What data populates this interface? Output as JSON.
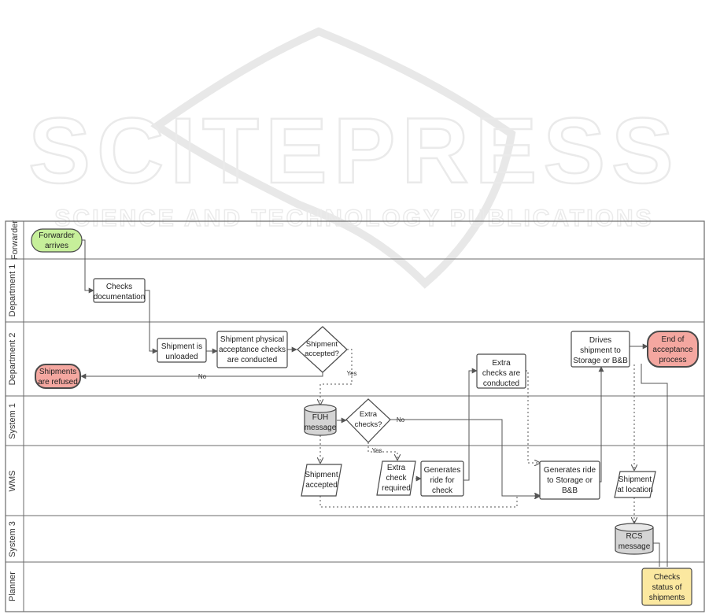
{
  "watermark": {
    "wordmark": "SCITEPRESS",
    "tagline": "SCIENCE AND TECHNOLOGY PUBLICATIONS"
  },
  "lanes": [
    {
      "id": "forwarder",
      "label": "Forwarder"
    },
    {
      "id": "department-1",
      "label": "Department 1"
    },
    {
      "id": "department-2",
      "label": "Department 2"
    },
    {
      "id": "system-1",
      "label": "System 1"
    },
    {
      "id": "wms",
      "label": "WMS"
    },
    {
      "id": "system-3",
      "label": "System 3"
    },
    {
      "id": "planner",
      "label": "Planner"
    }
  ],
  "nodes": {
    "forwarder_arrives": [
      "Forwarder",
      "arrives"
    ],
    "checks_documentation": [
      "Checks",
      "documentation"
    ],
    "shipment_unloaded": [
      "Shipment is",
      "unloaded"
    ],
    "physical_checks": [
      "Shipment physical",
      "acceptance checks",
      "are conducted"
    ],
    "shipment_accepted_q": [
      "Shipment",
      "accepted?"
    ],
    "shipments_refused": [
      "Shipments",
      "are refused"
    ],
    "extra_checks_conducted": [
      "Extra",
      "checks are",
      "conducted"
    ],
    "drives_shipment": [
      "Drives",
      "shipment to",
      "Storage or B&B"
    ],
    "end_of_process": [
      "End of",
      "acceptance",
      "process"
    ],
    "fuh_message": [
      "FUH",
      "message"
    ],
    "extra_checks_q": [
      "Extra",
      "checks?"
    ],
    "shipment_accepted_wms": [
      "Shipment",
      "accepted"
    ],
    "extra_check_required": [
      "Extra",
      "check",
      "required"
    ],
    "generates_ride_check": [
      "Generates",
      "ride for",
      "check"
    ],
    "generates_ride_storage": [
      "Generates ride",
      "to Storage or",
      "B&B"
    ],
    "shipment_at_location": [
      "Shipment",
      "at location"
    ],
    "rcs_message": [
      "RCS",
      "message"
    ],
    "checks_status": [
      "Checks",
      "status of",
      "shipments"
    ]
  },
  "edge_labels": {
    "no_refused": "No",
    "yes_accepted": "Yes",
    "no_extra": "No",
    "yes_extra": "Yes"
  },
  "colors": {
    "start": "#c6ef9a",
    "end": "#f4a7a0",
    "planner": "#fbe8a0",
    "line": "#555555",
    "lane_border": "#6b6b6b",
    "database": "#d4d4d4"
  }
}
